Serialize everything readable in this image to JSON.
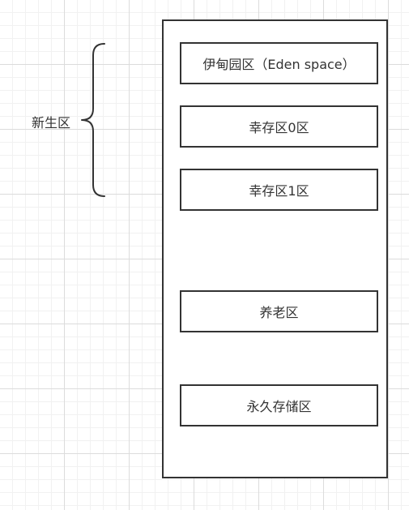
{
  "diagram": {
    "group_label": "新生区",
    "regions": {
      "eden": "伊甸园区（Eden space）",
      "survivor0": "幸存区0区",
      "survivor1": "幸存区1区",
      "old": "养老区",
      "permanent": "永久存储区"
    },
    "colors": {
      "stroke": "#333333",
      "text": "#333333",
      "grid_major": "#dcdcdc",
      "grid_minor": "#f1f1f1",
      "background": "#ffffff"
    }
  }
}
